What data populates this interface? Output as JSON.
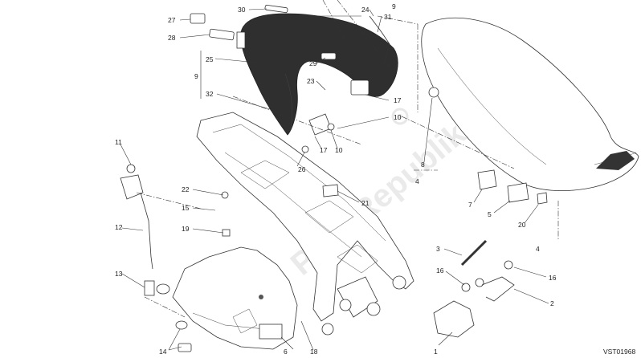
{
  "watermark": "PartsRepublik",
  "reference_code": "VST01968",
  "callouts": [
    "1",
    "2",
    "3",
    "4",
    "4",
    "5",
    "6",
    "7",
    "8",
    "9",
    "9",
    "10",
    "10",
    "11",
    "12",
    "13",
    "14",
    "15",
    "16",
    "16",
    "17",
    "17",
    "18",
    "19",
    "20",
    "21",
    "22",
    "23",
    "24",
    "25",
    "26",
    "27",
    "28",
    "29",
    "30",
    "31",
    "32"
  ]
}
